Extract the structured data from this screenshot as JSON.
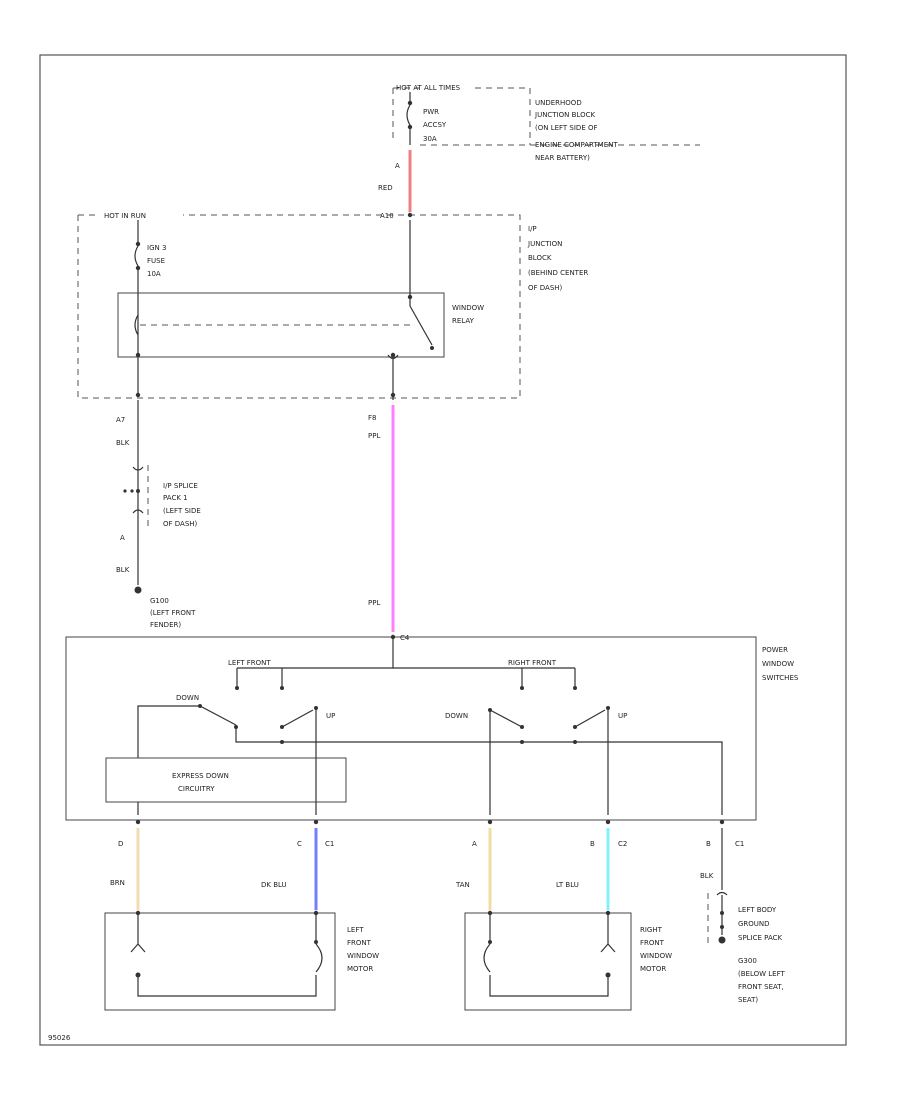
{
  "power_source": {
    "hot_label": "HOT AT ALL TIMES",
    "fuse_lines": [
      "PWR",
      "ACCSY",
      "30A"
    ],
    "location_lines": [
      "UNDERHOOD",
      "JUNCTION BLOCK",
      "(ON LEFT SIDE OF",
      "ENGINE COMPARTMENT",
      "NEAR BATTERY)"
    ]
  },
  "ip_block": {
    "hot_label": "HOT IN RUN",
    "fuse_lines": [
      "IGN 3",
      "FUSE",
      "10A"
    ],
    "relay_lines": [
      "WINDOW",
      "RELAY"
    ],
    "location_lines": [
      "I/P",
      "JUNCTION",
      "BLOCK",
      "(BEHIND CENTER",
      "OF DASH)"
    ],
    "top_connector": "A10",
    "left_connector": "A7",
    "right_connector": "F8"
  },
  "wires": {
    "red": {
      "connector": "A",
      "label": "RED",
      "color": "#f08080"
    },
    "ppl_top": {
      "label": "PPL",
      "color": "#ff80ff"
    },
    "ppl_bottom": {
      "label": "PPL",
      "color": "#ff80ff"
    },
    "blk_ground": "BLK",
    "blk_ground_2": "BLK",
    "brn": {
      "connector": "D",
      "label": "BRN",
      "color": "#f0dcb0"
    },
    "dk_blu": {
      "connector": "C",
      "terminal": "C1",
      "label": "DK BLU",
      "color": "#6f7fff"
    },
    "tan": {
      "connector": "A",
      "label": "TAN",
      "color": "#f0dca0"
    },
    "lt_blu": {
      "connector": "B",
      "terminal": "C2",
      "label": "LT BLU",
      "color": "#80f0ff"
    },
    "blk_right": {
      "connector": "B",
      "terminal": "C1",
      "label": "BLK"
    }
  },
  "splice_left": {
    "connector_bottom": "A",
    "lines": [
      "I/P SPLICE",
      "PACK 1",
      "(LEFT SIDE",
      "OF DASH)"
    ]
  },
  "ground_left": {
    "lines": [
      "G100",
      "(LEFT FRONT",
      "FENDER)"
    ]
  },
  "switches": {
    "input_connector": "C4",
    "left_label": "LEFT FRONT",
    "right_label": "RIGHT FRONT",
    "down_left": "DOWN",
    "up_left": "UP",
    "down_right": "DOWN",
    "up_right": "UP",
    "module_lines": [
      "EXPRESS DOWN",
      "CIRCUITRY"
    ],
    "location_lines": [
      "POWER",
      "WINDOW",
      "SWITCHES"
    ]
  },
  "left_motor": {
    "lines": [
      "LEFT",
      "FRONT",
      "WINDOW",
      "MOTOR"
    ]
  },
  "right_motor": {
    "lines": [
      "RIGHT",
      "FRONT",
      "WINDOW",
      "MOTOR"
    ]
  },
  "ground_right": {
    "splice_lines": [
      "LEFT BODY",
      "GROUND",
      "SPLICE PACK"
    ],
    "ground_lines": [
      "G300",
      "(BELOW LEFT",
      "FRONT SEAT,",
      "SEAT)"
    ]
  },
  "footer_code": "95026"
}
